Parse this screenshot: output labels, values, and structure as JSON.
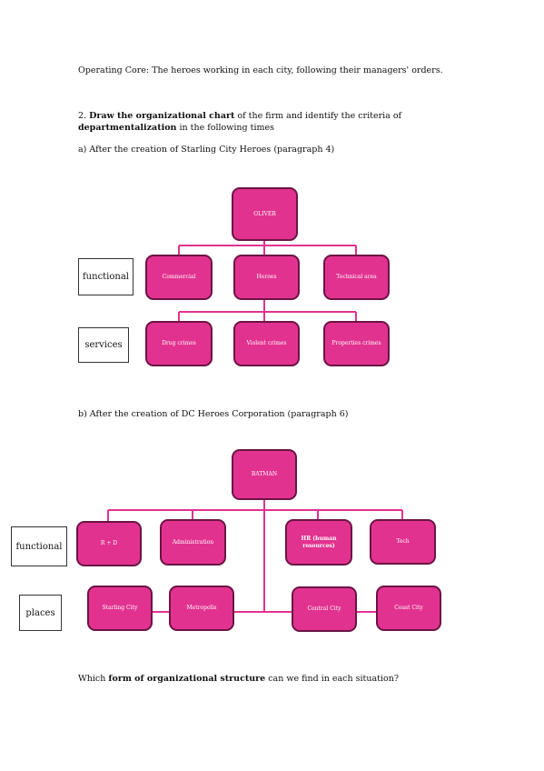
{
  "text": {
    "operating_core": "Operating Core: The heroes working in each city, following their managers' orders.",
    "q2_prefix": "2. ",
    "q2_bold1": "Draw the organizational chart",
    "q2_mid": " of the firm and identify the criteria of",
    "q2_bold2": "departmentalization",
    "q2_end": " in the following times",
    "part_a": "a) After the creation of Starling City Heroes (paragraph 4)",
    "part_b": "b) After the creation of DC Heroes Corporation (paragraph 6)",
    "final_pre": "Which ",
    "final_bold": "form of organizational structure",
    "final_post": " can we find in each situation?"
  },
  "chart_a": {
    "top": "OLIVER",
    "functional_label": "functional",
    "services_label": "services",
    "level1": [
      "Commercial",
      "Heroes",
      "Technical area"
    ],
    "level2": [
      "Drug crimes",
      "Violent crimes",
      "Properties crimes"
    ]
  },
  "chart_b": {
    "top": "BATMAN",
    "functional_label": "functional",
    "places_label": "places",
    "level1": [
      "R + D",
      "Administration",
      "HR (human resources)",
      "Tech"
    ],
    "level2": [
      "Starling City",
      "Metropolis",
      "Central City",
      "Coast City"
    ]
  },
  "colors": {
    "node_fill": "#e2328f",
    "node_border": "#6b1444",
    "connector": "#e2328f"
  }
}
